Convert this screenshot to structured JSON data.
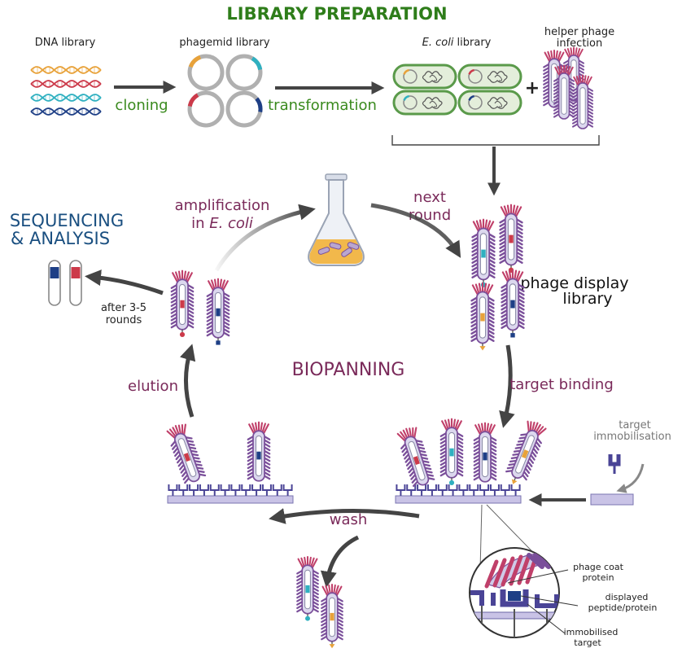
{
  "title": "LIBRARY PREPARATION",
  "prep": {
    "dna_library": "DNA library",
    "phagemid_library": "phagemid library",
    "ecoli_library_italic": "E. coli",
    "ecoli_library_rest": " library",
    "helper_line1": "helper phage",
    "helper_line2": "infection",
    "cloning": "cloning",
    "transformation": "transformation",
    "plus": "+"
  },
  "cycle": {
    "amplification_line1": "amplification",
    "amplification_line2_pre": "in ",
    "amplification_line2_italic": "E. coli",
    "next_line1": "next",
    "next_line2": "round",
    "library_line1": "phage display",
    "library_line2": "library",
    "center": "BIOPANNING",
    "target_binding": "target binding",
    "elution": "elution",
    "wash": "wash"
  },
  "sequencing": {
    "line1": "SEQUENCING",
    "line2": "& ANALYSIS",
    "after_line1": "after 3-5",
    "after_line2": "rounds"
  },
  "immobilisation": {
    "line1": "target",
    "line2": "immobilisation"
  },
  "zoom": {
    "coat_line1": "phage coat",
    "coat_line2": "protein",
    "displayed_line1": "displayed",
    "displayed_line2": "peptide/protein",
    "immobilised_line1": "immobilised",
    "immobilised_line2": "target"
  },
  "colors": {
    "title_green": "#2e7d1a",
    "step_green": "#3a8a1e",
    "cycle_maroon": "#7a2a5a",
    "sequencing_blue": "#1a4f80",
    "phage_purple": "#7a4f9a",
    "phage_pink": "#c0406a",
    "surface_lavender": "#c9c3e6",
    "target_indigo": "#4a4496",
    "cell_green": "#5a9a4a",
    "medium_yellow": "#f2b84b"
  },
  "dna_colors": [
    "#e8a23a",
    "#cc3a4a",
    "#2fb0c0",
    "#1e3f86"
  ],
  "insert_colors": [
    "#e8a23a",
    "#2fb0c0",
    "#cc3a4a",
    "#1e3f86"
  ]
}
